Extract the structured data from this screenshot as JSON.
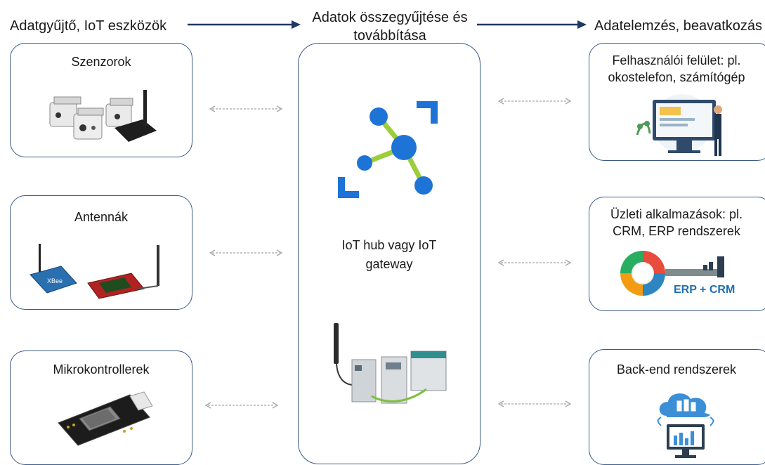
{
  "headers": {
    "left": "Adatgyűjtő, IoT eszközök",
    "center_line1": "Adatok összegyűjtése és",
    "center_line2": "továbbítása",
    "right": "Adatelemzés, beavatkozás"
  },
  "left_boxes": [
    {
      "title": "Szenzorok"
    },
    {
      "title": "Antennák"
    },
    {
      "title": "Mikrokontrollerek"
    }
  ],
  "hub": {
    "label_line1": "IoT hub vagy IoT",
    "label_line2": "gateway"
  },
  "right_boxes": [
    {
      "title_line1": "Felhasználói felület: pl.",
      "title_line2": "okostelefon, számítógép"
    },
    {
      "title_line1": "Üzleti alkalmazások: pl.",
      "title_line2": "CRM, ERP rendszerek",
      "image_text": "ERP + CRM"
    },
    {
      "title_line1": "Back-end rendszerek"
    }
  ],
  "colors": {
    "box_border": "#3b5a86",
    "header_arrow": "#1f3864",
    "dashed_arrow": "#a6a6a6",
    "azure_blue": "#1e73d6",
    "azure_green": "#9ccd3a"
  }
}
